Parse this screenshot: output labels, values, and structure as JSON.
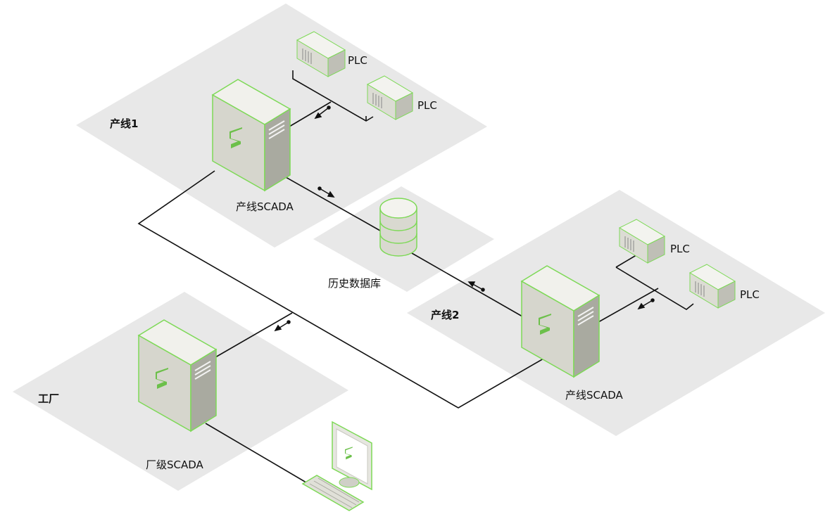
{
  "zones": {
    "line1": "产线1",
    "line2": "产线2",
    "factory": "工厂"
  },
  "nodes": {
    "line1_scada": "产线SCADA",
    "line2_scada": "产线SCADA",
    "factory_scada": "厂级SCADA",
    "history_db": "历史数据库",
    "plc_1a": "PLC",
    "plc_1b": "PLC",
    "plc_2a": "PLC",
    "plc_2b": "PLC"
  },
  "colors": {
    "zone_fill": "#e8e8e8",
    "device_edge": "#7ed957",
    "logo_green": "#6cc04a",
    "line": "#111111"
  },
  "icons": {
    "server": "server-tower-icon",
    "plc": "plc-module-icon",
    "database": "database-cylinder-icon",
    "workstation": "monitor-keyboard-icon",
    "flow": "data-flow-arrow-icon"
  }
}
